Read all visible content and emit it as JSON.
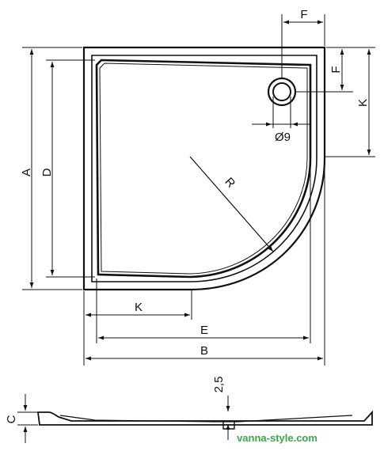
{
  "diagram": {
    "labels": {
      "A": "A",
      "B": "B",
      "C": "C",
      "D": "D",
      "E": "E",
      "F": "F",
      "K": "K",
      "R": "R",
      "drain_diameter": "Ø9",
      "depth": "2,5"
    },
    "watermark": "vanna-style.com",
    "colors": {
      "line": "#111111",
      "watermark": "#3aa84a"
    }
  }
}
